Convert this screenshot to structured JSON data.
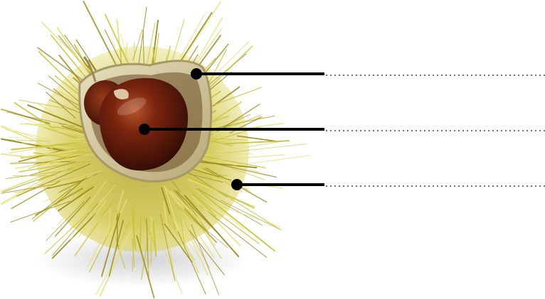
{
  "figure": {
    "subject": "chestnut-in-spiny-burr",
    "callouts": [
      {
        "target": "husk-inner-lining",
        "label": ""
      },
      {
        "target": "chestnut-seed",
        "label": ""
      },
      {
        "target": "spiny-burr",
        "label": ""
      }
    ]
  },
  "colors": {
    "background": "#ffffff",
    "spines_dark": "#9a8a1e",
    "spines_mid": "#c9c23a",
    "spines_light": "#e6df7a",
    "husk_lining": "#d9cfa6",
    "husk_edge": "#a89868",
    "nut_dark": "#3a0f06",
    "nut_mid": "#6e1f0c",
    "nut_light": "#a84a26",
    "nut_hilum": "#e8d7b0",
    "pointer": "#000000",
    "leader_dots": "#222222"
  }
}
